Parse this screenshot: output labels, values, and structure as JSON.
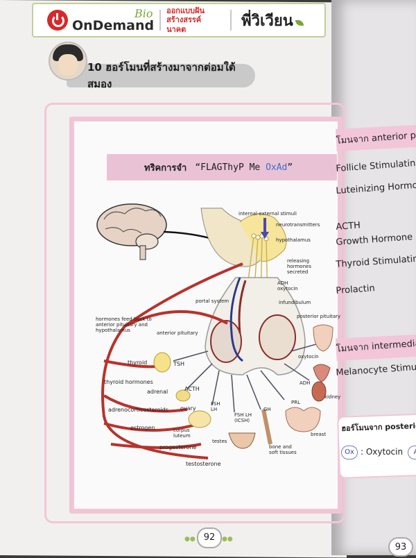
{
  "header": {
    "brand_bio": "Bio",
    "brand_name": "OnDemand",
    "tagline_line1": "ออกแบบฝัน",
    "tagline_line2": "สร้างสรรค์",
    "tagline_line3": "นาคต",
    "owner": "พี่วิเวียน",
    "accent_color": "#d42a2a",
    "leaf_color": "#7ca636"
  },
  "section": {
    "title": "10 ฮอร์โมนที่สร้างมาจากต่อมใต้สมอง"
  },
  "mnemonic": {
    "label": "ทริคการจำ",
    "prefix": "“FLAGThyP Me ",
    "highlight": "OxAd",
    "suffix": "”"
  },
  "diagram": {
    "internal_external": "internal-external stimuli",
    "neurotransmitters": "neurotransmitters",
    "hypothalamus": "hypothalamus",
    "releasing": "releasing hormones secreted",
    "adh_oxytocin": "ADH oxytocin",
    "infundibulum": "infundibulum",
    "portal_system": "portal system",
    "posterior_pituitary": "posterior pituitary",
    "anterior_pituitary": "anterior pituitary",
    "feedback": "hormones feed back to anterior pituitary and hypothalamus",
    "thyroid": "thyroid",
    "tsh": "TSH",
    "thyroid_hormones": "thyroid hormones",
    "adrenal": "adrenal",
    "acth": "ACTH",
    "adrenocorticosteroids": "adrenocorticosteroids",
    "ovary": "ovary",
    "fsh_lh": "FSH LH",
    "fsh_lh_icsh": "FSH LH (ICSH)",
    "gh": "GH",
    "prl": "PRL",
    "adh": "ADH",
    "oxytocin": "oxytocin",
    "kidney": "kidney",
    "estrogen": "estrogen",
    "corpus_luteum": "corpus luteum",
    "progesterone": "progesterone",
    "testes": "testes",
    "testosterone": "testosterone",
    "bone": "bone and soft tissues",
    "breast": "breast"
  },
  "right_page": {
    "anterior_title": "โมนจาก anterior pituitary",
    "items": [
      "Follicle Stimulating Hormo",
      "Luteinizing Hormone (LH",
      "ACTH",
      "Growth Hormone (GH)",
      "Thyroid Stimulating Hor",
      "Prolactin"
    ],
    "intermediate_title": "โมนจาก intermediate lobe",
    "intermediate_item": "Melanocyte Stimulating",
    "posterior_title": "ฮอร์โมนจาก posterior",
    "ox_pill": "Ox",
    "ox_text": ": Oxytocin",
    "ad_pill": "A"
  },
  "page_numbers": {
    "left": "92",
    "right": "93"
  }
}
